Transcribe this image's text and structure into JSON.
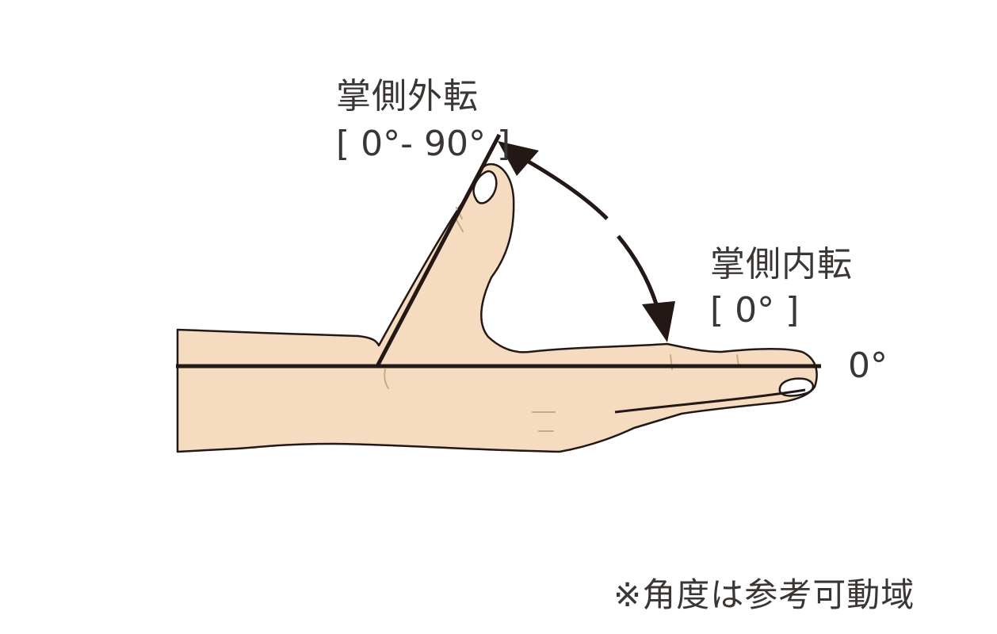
{
  "labels": {
    "palmar_abduction": {
      "name": "掌側外転",
      "range": "[ 0°- 90° ]"
    },
    "palmar_adduction": {
      "name": "掌側内転",
      "range": "[ 0° ]"
    },
    "baseline": "0°"
  },
  "footnote": "※角度は参考可動域",
  "colors": {
    "skin": "#f5dcc0",
    "outline": "#231815",
    "crease": "#c9a88a",
    "text": "#3a3634"
  }
}
